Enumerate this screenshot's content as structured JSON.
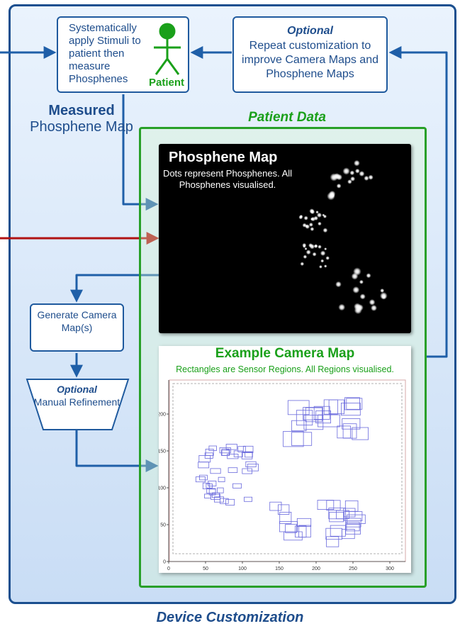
{
  "footer": "Device Customization",
  "stimuli": {
    "text": "Systematically apply Stimuli to patient then measure Phosphenes",
    "patient_label": "Patient"
  },
  "optional_repeat": {
    "title": "Optional",
    "text": "Repeat customization to improve Camera Maps and Phosphene Maps"
  },
  "measured": {
    "bold": "Measured",
    "rest": "Phosphene Map"
  },
  "patient_data": {
    "title": "Patient Data"
  },
  "phosphene_map": {
    "title": "Phosphene Map",
    "subtitle": "Dots represent Phosphenes. All Phosphenes visualised."
  },
  "camera_map": {
    "title": "Example Camera Map",
    "subtitle": "Rectangles are Sensor Regions. All Regions visualised.",
    "x_ticks": [
      "0",
      "50",
      "100",
      "150",
      "200",
      "250",
      "300"
    ],
    "y_ticks": [
      "0",
      "50",
      "100",
      "150",
      "200"
    ]
  },
  "generate": {
    "text": "Generate Camera Map(s)"
  },
  "refinement": {
    "title": "Optional",
    "text": "Manual Refinement"
  },
  "colors": {
    "frame": "#1b4f8f",
    "arrow_blue": "#1f5fa8",
    "arrow_red": "#b11212",
    "green": "#1aa01a",
    "rect_stroke": "#6a6add"
  },
  "icons": [
    "patient-stick-figure-icon"
  ]
}
